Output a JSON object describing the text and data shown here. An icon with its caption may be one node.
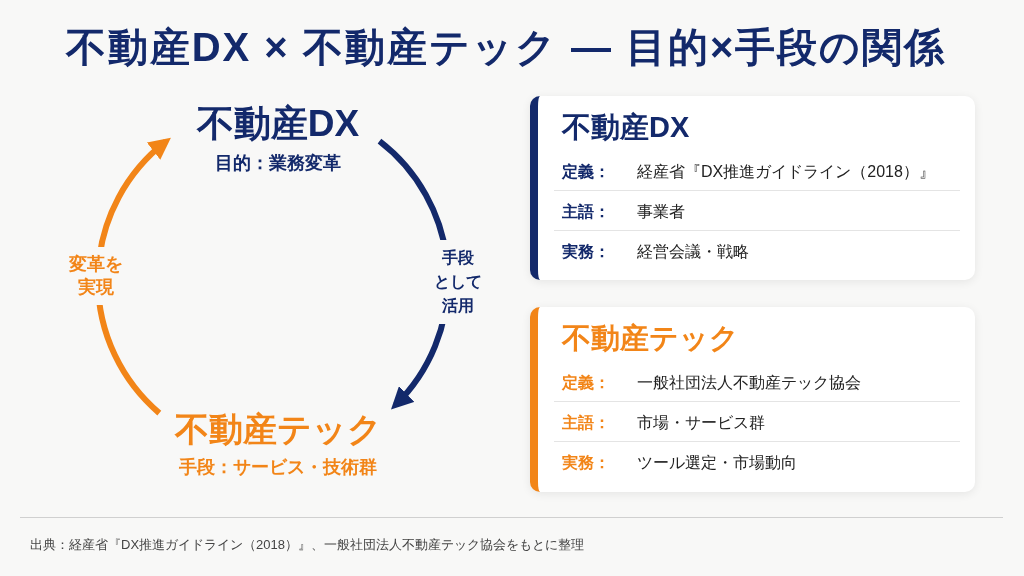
{
  "diagram": {
    "title": "不動産DX × 不動産テック — 目的×手段の関係",
    "caption": "出典：経産省『DX推進ガイドライン（2018）』、一般社団法人不動産テック協会をもとに整理",
    "nodes": [
      {
        "text": [
          "不動産DX",
          "目的：業務変革"
        ]
      },
      {
        "text": [
          "不動産テック",
          "手段：サービス・技術群"
        ]
      },
      {
        "text": [
          "不動産DX",
          "定義：",
          "経産省『DX推進ガイドライン（2018）』",
          "主語：",
          "事業者",
          "実務：",
          "経営会議・戦略"
        ]
      },
      {
        "text": [
          "不動産テック",
          "定義：",
          "一般社団法人不動産テック協会",
          "主語：",
          "市場・サービス群",
          "実務：",
          "ツール選定・市場動向"
        ]
      }
    ],
    "edges": [
      {
        "from": 0,
        "to": 1,
        "arrow": "to",
        "label": "手段として活用",
        "color": "#13296b"
      },
      {
        "from": 1,
        "to": 0,
        "arrow": "to",
        "label": "変革を実現",
        "color": "#f28518"
      }
    ]
  }
}
